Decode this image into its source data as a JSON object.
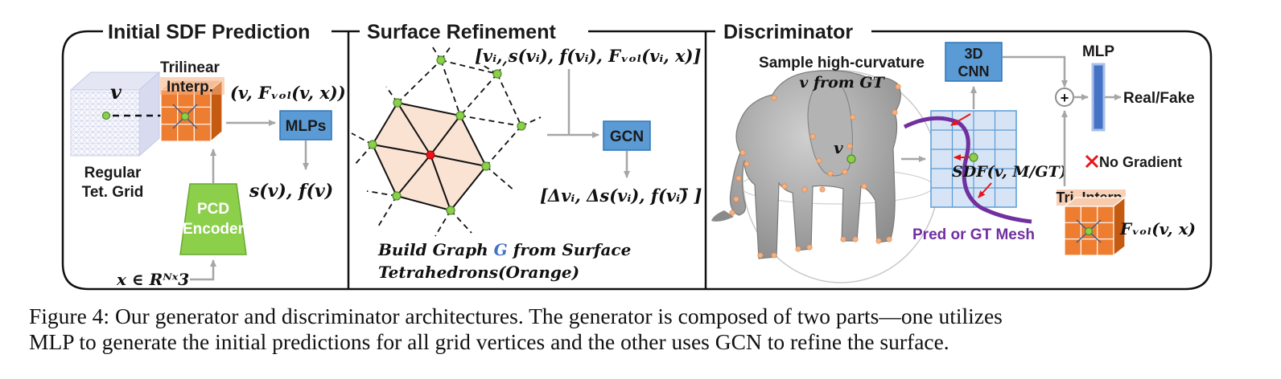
{
  "sections": {
    "initial": {
      "title": "Initial SDF Prediction",
      "grid_label_1": "Regular",
      "grid_label_2": "Tet. Grid",
      "vertex": "v",
      "trilinear_1": "Trilinear",
      "trilinear_2": "Interp.",
      "input_tuple": "(v, Fᵥₒₗ(v, x))",
      "mlps": "MLPs",
      "outputs": "s(v), f(v)",
      "encoder_1": "PCD",
      "encoder_2": "Encoder",
      "input_pc": "x ∈ Rᴺˣ3"
    },
    "refine": {
      "title": "Surface Refinement",
      "features": "[vᵢ, s(vᵢ), f(vᵢ), Fᵥₒₗ(vᵢ, x)]",
      "gcn": "GCN",
      "deltas": "[Δvᵢ, Δs(vᵢ), f(vᵢ)̅ ]",
      "build_pre": "Build Graph ",
      "build_g": "G",
      "build_post": " from Surface",
      "build_line2": "Tetrahedrons(Orange)"
    },
    "disc": {
      "title": "Discriminator",
      "sample_1": "Sample high-curvature",
      "sample_2": "v from GT",
      "vertex": "v",
      "cnn_1": "3D",
      "cnn_2": "CNN",
      "mlp": "MLP",
      "plus": "+",
      "real_fake": "Real/Fake",
      "no_gradient": "No Gradient",
      "sdf": "SDF(v, M/GT)",
      "pred_mesh": "Pred or GT Mesh",
      "tri_interp": "Tri. Interp.",
      "fvol": "Fᵥₒₗ(v, x)"
    }
  },
  "caption": {
    "line1": "Figure 4: Our generator and discriminator architectures. The generator is composed of two parts—one utilizes",
    "line2": "MLP to generate the initial predictions for all grid vertices and the other uses GCN to refine the surface."
  },
  "colors": {
    "blue_box": "#5b9bd5",
    "green_encoder": "#8ccf4b",
    "orange_cube": "#ed7d31",
    "orange_light": "#f8cbad",
    "tet_fill": "#fbe3d4",
    "mesh_line": "#7030a0",
    "arrow_red": "#e8141b",
    "mlp_bar": "#4472c4"
  }
}
